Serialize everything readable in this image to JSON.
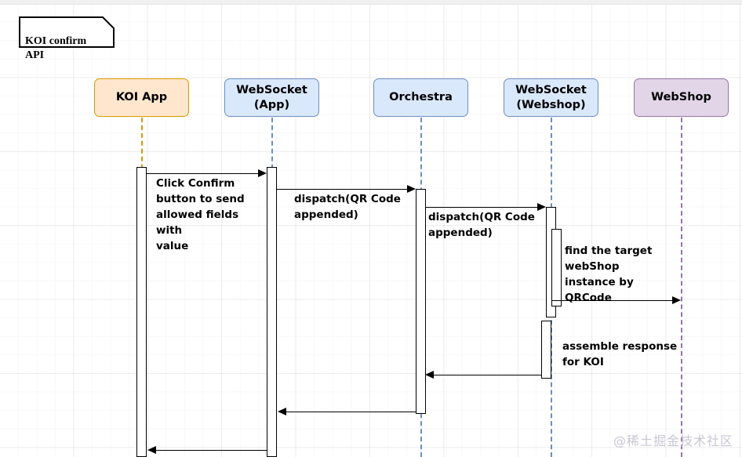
{
  "diagram": {
    "type": "uml-sequence-diagram",
    "title_note": "KOI confirm\nAPI",
    "watermark": "@稀土掘金技术社区",
    "colors": {
      "orange_fill": "#ffe6cc",
      "orange_stroke": "#d79b00",
      "blue_fill": "#dae8fc",
      "blue_stroke": "#6c8ebf",
      "purple_fill": "#e1d5e7",
      "purple_stroke": "#9673a6",
      "line": "#000000",
      "watermark": "#c9c6d4"
    },
    "participants": [
      {
        "id": "koi-app",
        "label": "KOI App",
        "theme": "orange"
      },
      {
        "id": "websocket-app",
        "label": "WebSocket\n(App)",
        "theme": "blue"
      },
      {
        "id": "orchestra",
        "label": "Orchestra",
        "theme": "blue"
      },
      {
        "id": "websocket-webshop",
        "label": "WebSocket\n(Webshop)",
        "theme": "blue"
      },
      {
        "id": "webshop",
        "label": "WebShop",
        "theme": "purple"
      }
    ],
    "messages": [
      {
        "id": "m1",
        "from": "koi-app",
        "to": "websocket-app",
        "direction": "right",
        "label": "Click Confirm\nbutton to send\nallowed fields with\nvalue"
      },
      {
        "id": "m2",
        "from": "websocket-app",
        "to": "orchestra",
        "direction": "right",
        "label": "dispatch(QR Code\nappended)"
      },
      {
        "id": "m3",
        "from": "orchestra",
        "to": "websocket-webshop",
        "direction": "right",
        "label": "dispatch(QR Code\nappended)"
      },
      {
        "id": "m4",
        "from": "websocket-webshop",
        "to": "webshop",
        "direction": "right",
        "label": "find the target\nwebShop\ninstance by\nQRCode"
      },
      {
        "id": "m5",
        "from": "websocket-webshop",
        "to": "orchestra",
        "direction": "left",
        "label": "assemble response\nfor KOI"
      },
      {
        "id": "m6",
        "from": "orchestra",
        "to": "websocket-app",
        "direction": "left",
        "label": ""
      },
      {
        "id": "m7",
        "from": "websocket-app",
        "to": "koi-app",
        "direction": "left",
        "label": ""
      }
    ]
  }
}
